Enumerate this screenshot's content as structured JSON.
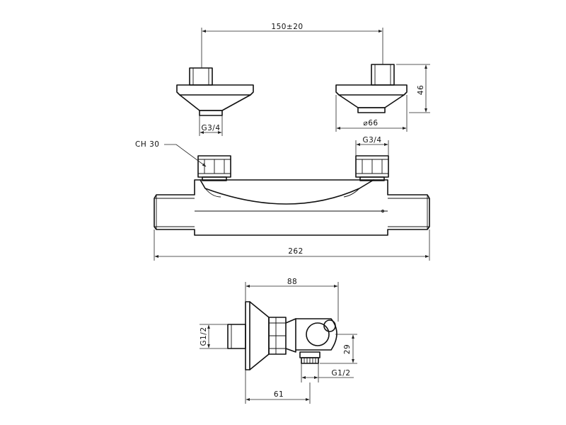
{
  "dimensions": {
    "spacing": "150±20",
    "height_46": "46",
    "thread_left": "G3/4",
    "diameter": "⌀66",
    "wrench": "CH 30",
    "thread_body": "G3/4",
    "length": "262",
    "depth": "88",
    "thread_side": "G1/2",
    "offset": "29",
    "thread_bottom": "G1/2",
    "wall_offset": "61"
  }
}
